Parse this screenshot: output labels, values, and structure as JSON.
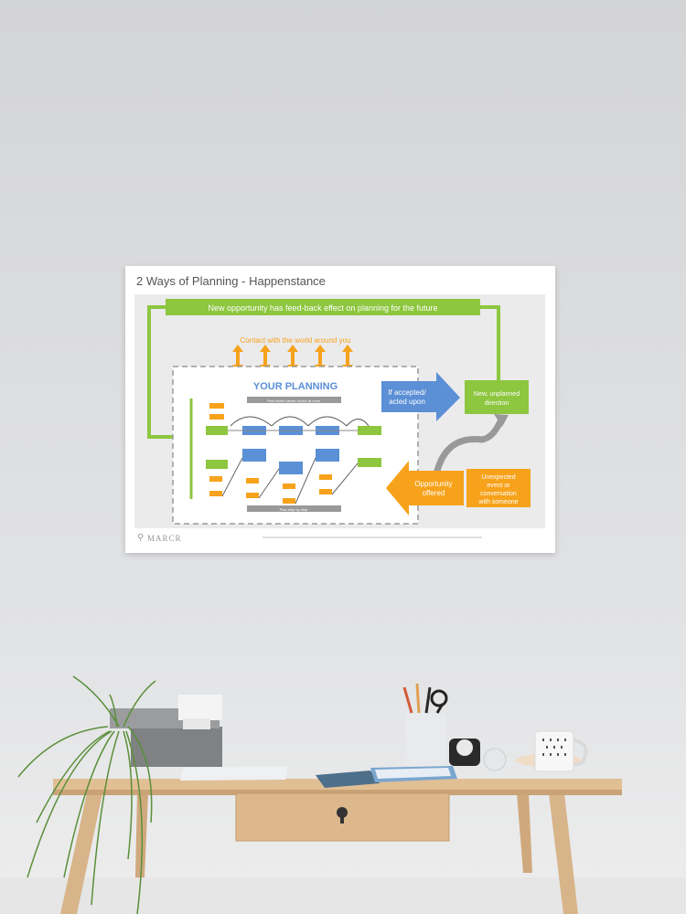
{
  "poster": {
    "title": "2 Ways of Planning - Happenstance",
    "logo": "MARCR"
  },
  "diagram": {
    "feedback_banner": "New opportunity has feed-back effect on planning for the future",
    "contact": "Contact with the world around you",
    "planning_title": "YOUR PLANNING",
    "plan_top_caption": "Plan entire career routes at once",
    "plan_bottom_caption": "Plan step by step",
    "accepted_line1": "If accepted/",
    "accepted_line2": "acted upon",
    "new_direction_line1": "New, unplanned",
    "new_direction_line2": "direction",
    "opportunity_line1": "Opportunity",
    "opportunity_line2": "offered",
    "unexpected_line1": "Unexpected",
    "unexpected_line2": "event or",
    "unexpected_line3": "conversation",
    "unexpected_line4": "with someone",
    "colors": {
      "green": "#8dc63f",
      "orange": "#f7a21b",
      "blue": "#5b8fd6",
      "gray": "#888888"
    }
  }
}
